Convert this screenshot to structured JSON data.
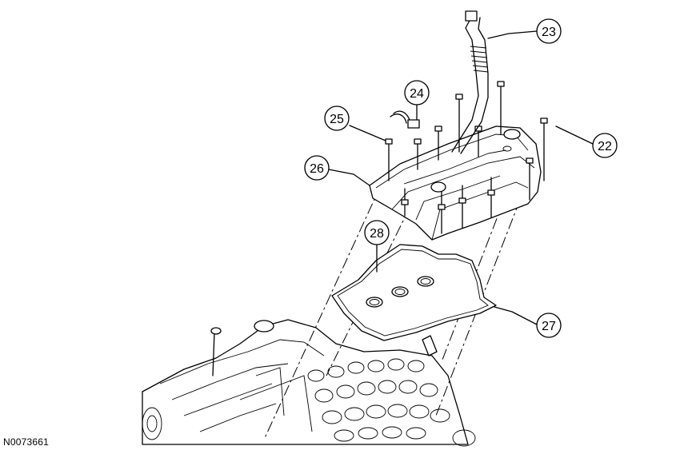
{
  "figure": {
    "reference_id": "N0073661",
    "callouts": [
      "22",
      "23",
      "24",
      "25",
      "26",
      "27",
      "28"
    ]
  }
}
